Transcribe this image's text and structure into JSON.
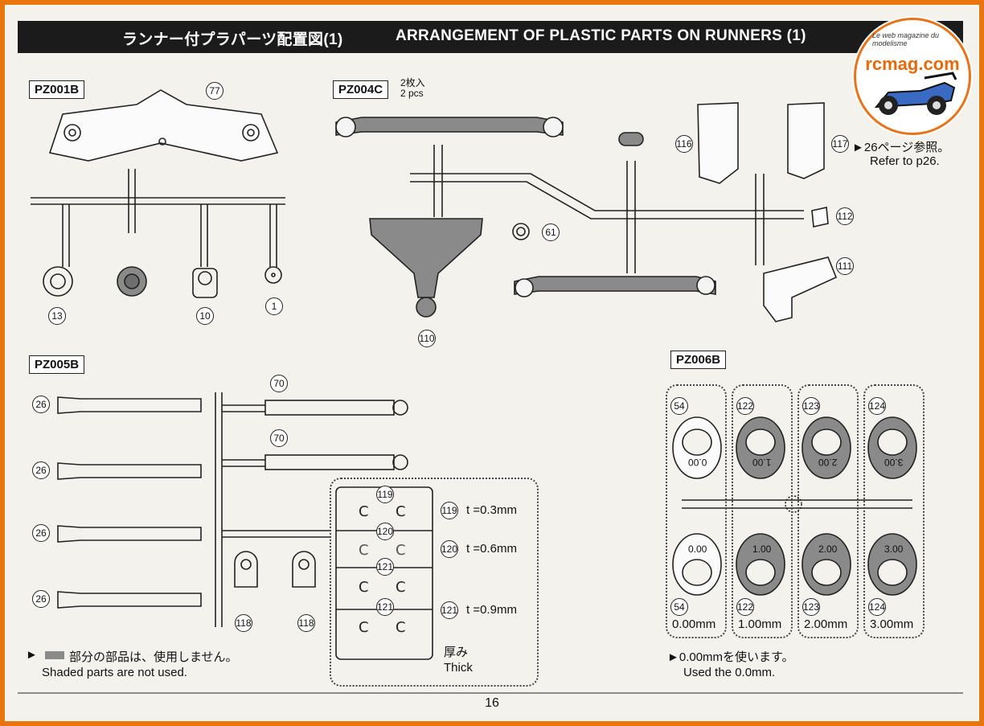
{
  "header": {
    "title_jp": "ランナー付プラパーツ配置図(1)",
    "title_en": "ARRANGEMENT OF PLASTIC PARTS ON RUNNERS (1)"
  },
  "logo": {
    "brand": "rcmag.com",
    "tagline": "Le web magazine du modelisme"
  },
  "runners": {
    "pz001b": {
      "label": "PZ001B",
      "parts": [
        "77",
        "13",
        "10",
        "1"
      ]
    },
    "pz004c": {
      "label": "PZ004C",
      "qty_jp": "2枚入",
      "qty_en": "2 pcs",
      "parts": [
        "116",
        "117",
        "112",
        "111",
        "61",
        "110"
      ]
    },
    "pz005b": {
      "label": "PZ005B",
      "parts": [
        "26",
        "26",
        "26",
        "26",
        "70",
        "70",
        "118",
        "118"
      ]
    },
    "pz006b": {
      "label": "PZ006B"
    }
  },
  "note117": {
    "jp": "►26ページ参照。",
    "en": "Refer to p26."
  },
  "shims": {
    "items": [
      {
        "num": "119",
        "label": "t =0.3mm"
      },
      {
        "num": "120",
        "label": "t =0.6mm"
      },
      {
        "num": "121",
        "label": "t =0.9mm"
      },
      {
        "num": "121",
        "label": ""
      }
    ],
    "thick_jp": "厚み",
    "thick_en": "Thick"
  },
  "spacers": [
    {
      "num": "54",
      "value": "0.00",
      "label": "0.00mm",
      "shaded": false
    },
    {
      "num": "122",
      "value": "1.00",
      "label": "1.00mm",
      "shaded": true
    },
    {
      "num": "123",
      "value": "2.00",
      "label": "2.00mm",
      "shaded": true
    },
    {
      "num": "124",
      "value": "3.00",
      "label": "3.00mm",
      "shaded": true
    }
  ],
  "footnotes": {
    "shaded_jp": "部分の部品は、使用しません。",
    "shaded_en": "Shaded parts are not used.",
    "used_jp": "►0.00mmを使います。",
    "used_en": "Used the 0.0mm."
  },
  "page_number": "16",
  "colors": {
    "frame": "#e8750d",
    "banner": "#1b1b1b",
    "shaded": "#8a8a8a"
  }
}
